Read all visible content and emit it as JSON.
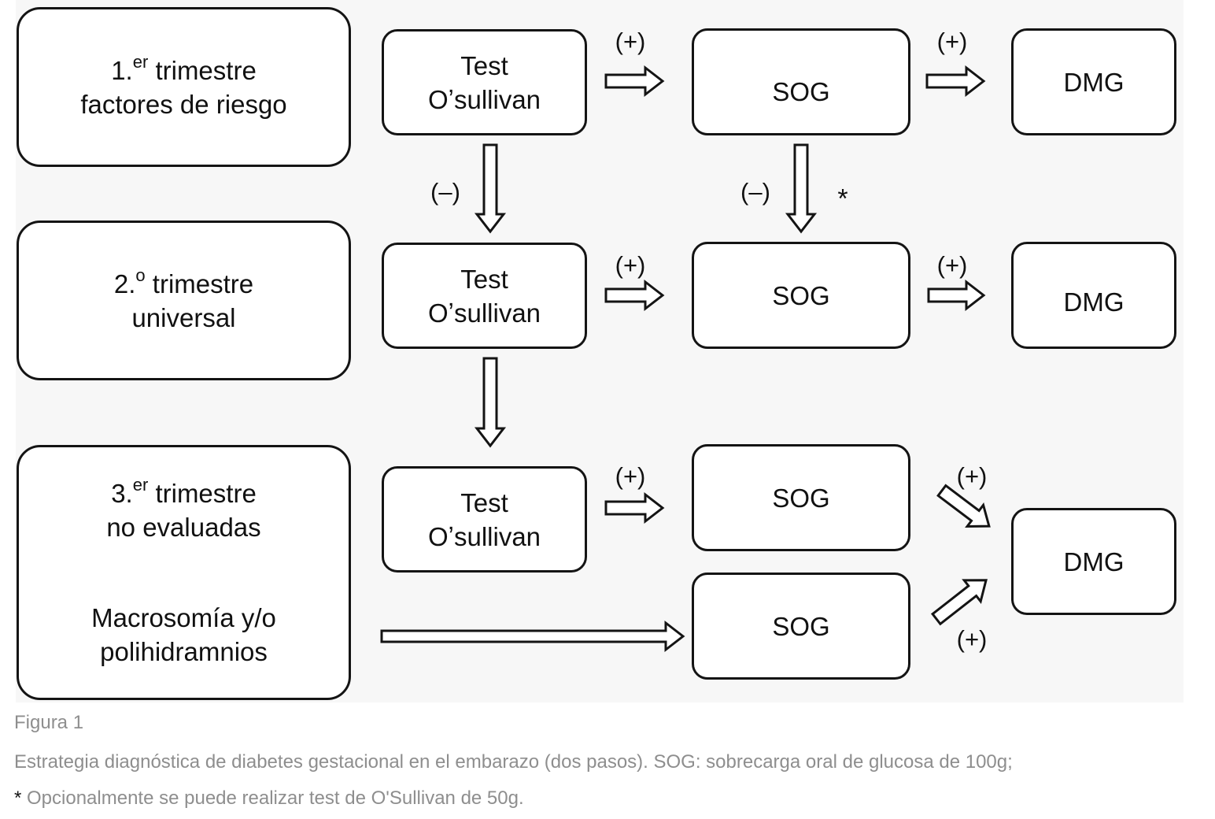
{
  "trimesters": {
    "first": {
      "number": "1.",
      "ordinal": "er",
      "title": "trimestre",
      "subtitle": "factores de riesgo"
    },
    "second": {
      "number": "2.",
      "ordinal": "o",
      "title": "trimestre",
      "subtitle": "universal"
    },
    "third": {
      "number": "3.",
      "ordinal": "er",
      "title": "trimestre",
      "subtitle": "no evaluadas",
      "extra_line1": "Macrosomía y/o",
      "extra_line2": "polihidramnios"
    }
  },
  "nodes": {
    "test_line1": "Test",
    "test_line2": "Oʼsullivan",
    "sog": "SOG",
    "dmg": "DMG"
  },
  "labels": {
    "positive": "(+)",
    "negative": "(–)",
    "asterisk": "*"
  },
  "caption": {
    "figure": "Figura 1",
    "line1": "Estrategia diagnóstica de diabetes gestacional en el embarazo (dos pasos). SOG: sobrecarga oral de glucosa de 100g;",
    "line2_star": "*",
    "line2_text": " Opcionalmente se puede realizar test de O'Sullivan de 50g."
  },
  "colors": {
    "stroke": "#141414",
    "diagram_background": "#f7f7f7",
    "caption_text": "#8e8e8e"
  }
}
